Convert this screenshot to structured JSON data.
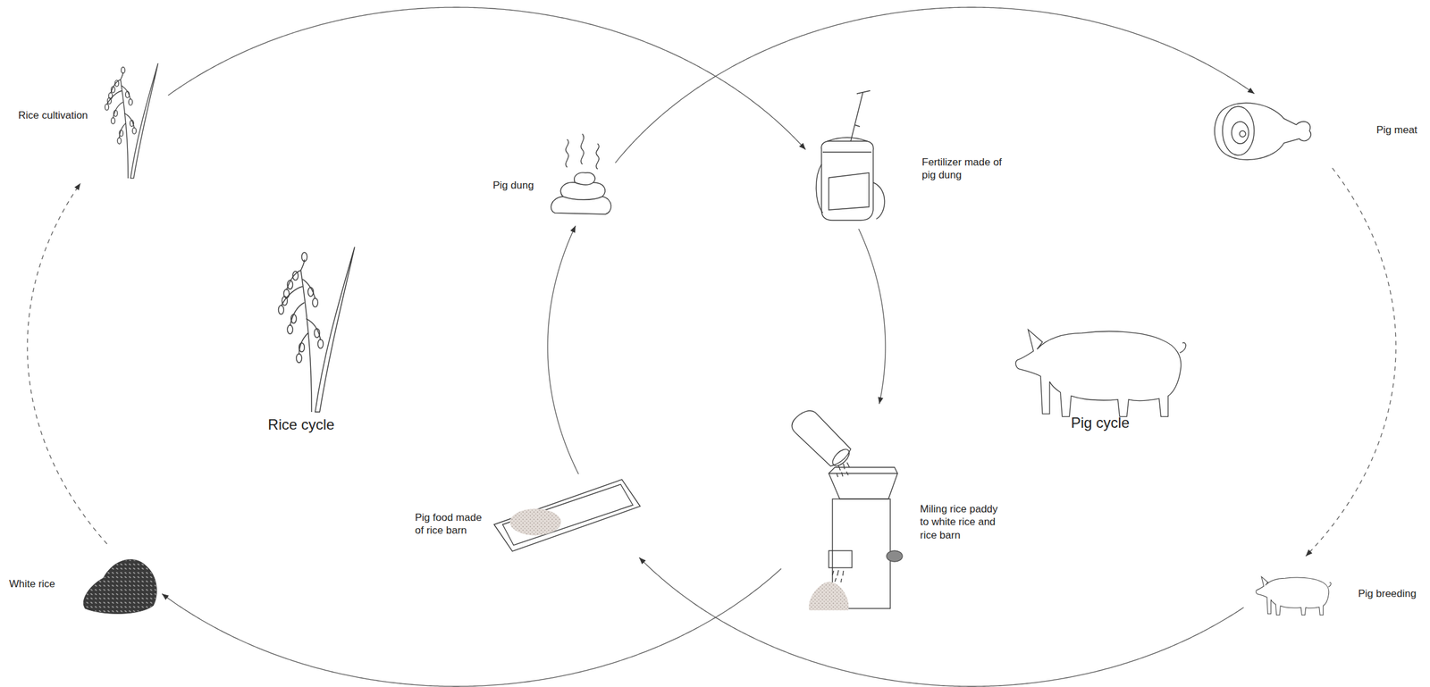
{
  "diagram": {
    "nodes": [
      {
        "text": [
          "Rice cultivation"
        ]
      },
      {
        "text": [
          "Pig dung"
        ]
      },
      {
        "text": [
          "Fertilizer made of pig dung"
        ]
      },
      {
        "text": [
          "Pig meat"
        ]
      },
      {
        "text": [
          "Miling rice paddy to white rice and rice barn"
        ]
      },
      {
        "text": [
          "Pig food made of rice barn"
        ]
      },
      {
        "text": [
          "White rice"
        ]
      },
      {
        "text": [
          "Pig breeding"
        ]
      }
    ],
    "edges": [
      {
        "from": 0,
        "to": 2,
        "arrow": "to"
      },
      {
        "from": 2,
        "to": 4,
        "arrow": "to"
      },
      {
        "from": 4,
        "to": 6,
        "arrow": "to"
      },
      {
        "from": 6,
        "to": 0,
        "arrow": "to"
      },
      {
        "from": 1,
        "to": 3,
        "arrow": "to"
      },
      {
        "from": 3,
        "to": 7,
        "arrow": "to"
      },
      {
        "from": 7,
        "to": 5,
        "arrow": "to"
      },
      {
        "from": 5,
        "to": 1,
        "arrow": "to"
      }
    ],
    "labels": [
      "Rice cycle",
      "Pig cycle"
    ]
  }
}
